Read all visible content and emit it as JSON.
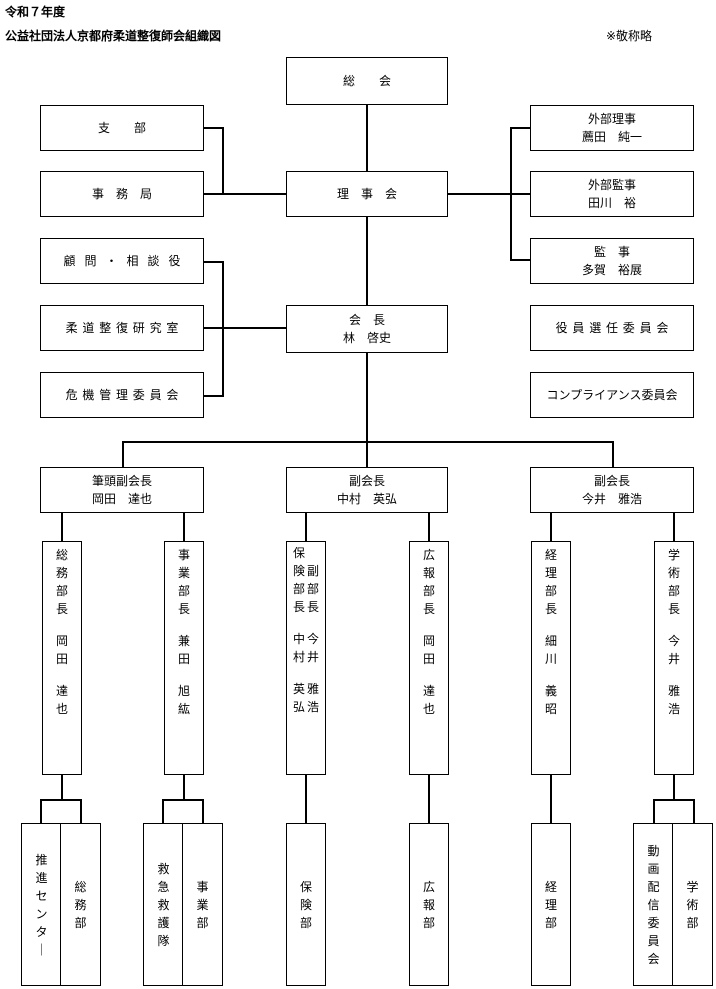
{
  "header": {
    "fiscal_year": "令和７年度",
    "org_title": "公益社団法人京都府柔道整復師会組織図",
    "note": "※敬称略"
  },
  "top": {
    "general_assembly": "総　　会",
    "branch": "支　　部",
    "secretariat": "事　務　局",
    "board": "理　事　会",
    "outside_director_title": "外部理事",
    "outside_director_name": "薦田　純一",
    "outside_auditor_title": "外部監事",
    "outside_auditor_name": "田川　裕",
    "auditor_title": "監　事",
    "auditor_name": "多賀　裕展"
  },
  "middle": {
    "advisor": "顧問・相談役",
    "lab": "柔道整復研究室",
    "crisis": "危機管理委員会",
    "president_title": "会　長",
    "president_name": "林　啓史",
    "election": "役員選任委員会",
    "compliance": "コンプライアンス委員会"
  },
  "vps": [
    {
      "title": "筆頭副会長",
      "name": "岡田　達也"
    },
    {
      "title": "副会長",
      "name": "中村　英弘"
    },
    {
      "title": "副会長",
      "name": "今井　雅浩"
    }
  ],
  "depts": {
    "d1": {
      "title": "総務部長",
      "name": "岡田達也"
    },
    "d2": {
      "title": "事業部長",
      "name": "兼田旭紘"
    },
    "d3a": {
      "title": "保険部長",
      "name": "中村英弘"
    },
    "d3b": {
      "title": "副部長",
      "name": "今井雅浩"
    },
    "d4": {
      "title": "広報部長",
      "name": "岡田達也"
    },
    "d5": {
      "title": "経理部長",
      "name": "細川義昭"
    },
    "d6": {
      "title": "学術部長",
      "name": "今井雅浩"
    }
  },
  "units": {
    "u1a": "推進センター",
    "u1b": "総務部",
    "u2a": "救急救護隊",
    "u2b": "事業部",
    "u3": "保険部",
    "u4": "広報部",
    "u5": "経理部",
    "u6a": "動画配信委員会",
    "u6b": "学術部"
  }
}
